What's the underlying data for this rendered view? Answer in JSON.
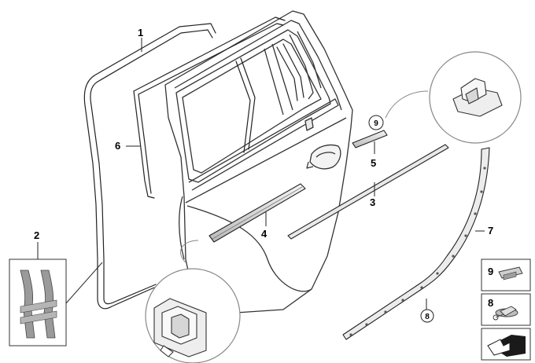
{
  "diagram": {
    "callouts": [
      {
        "id": "1",
        "label": "1",
        "circled": false
      },
      {
        "id": "2",
        "label": "2",
        "circled": false
      },
      {
        "id": "3",
        "label": "3",
        "circled": false
      },
      {
        "id": "4",
        "label": "4",
        "circled": false
      },
      {
        "id": "5",
        "label": "5",
        "circled": false
      },
      {
        "id": "6",
        "label": "6",
        "circled": false
      },
      {
        "id": "7",
        "label": "7",
        "circled": false
      },
      {
        "id": "8",
        "label": "8",
        "circled": true
      },
      {
        "id": "9",
        "label": "9",
        "circled": true
      }
    ],
    "legend": [
      {
        "label": "9",
        "icon": "clip-icon"
      },
      {
        "label": "8",
        "icon": "fastener-icon"
      },
      {
        "label": "",
        "icon": "arrow-icon"
      }
    ]
  }
}
